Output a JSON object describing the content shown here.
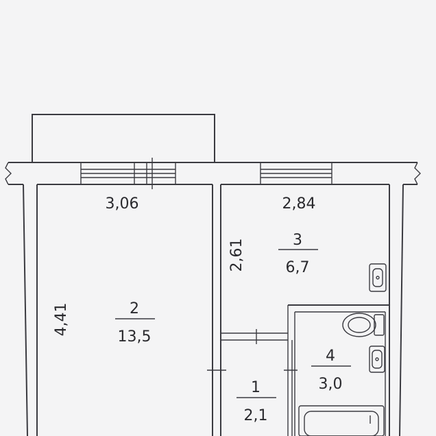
{
  "colors": {
    "ink": "#3a3a40",
    "text": "#2a2a2e",
    "paper": "#f4f4f5"
  },
  "dimensions": {
    "room2_width": "3,06",
    "room3_width": "2,84",
    "room3_depth": "2,61",
    "room2_depth": "4,41"
  },
  "rooms": [
    {
      "number": "2",
      "area": "13,5"
    },
    {
      "number": "3",
      "area": "6,7"
    },
    {
      "number": "4",
      "area": "3,0"
    },
    {
      "number": "1",
      "area": "2,1"
    }
  ],
  "fixtures": [
    "sink-icon",
    "toilet-icon",
    "sink-icon",
    "bathtub-icon"
  ]
}
